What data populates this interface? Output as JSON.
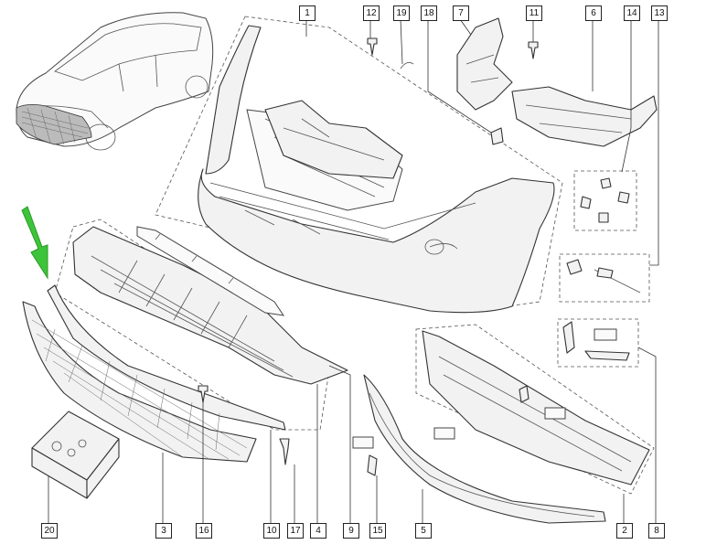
{
  "colors": {
    "arrow": "#3ec43a",
    "line": "#333333",
    "fill": "#f2f2f2"
  },
  "callouts": [
    {
      "id": "c1",
      "label": "1"
    },
    {
      "id": "c12",
      "label": "12"
    },
    {
      "id": "c19",
      "label": "19"
    },
    {
      "id": "c18",
      "label": "18"
    },
    {
      "id": "c7",
      "label": "7"
    },
    {
      "id": "c11",
      "label": "11"
    },
    {
      "id": "c6",
      "label": "6"
    },
    {
      "id": "c14",
      "label": "14"
    },
    {
      "id": "c13",
      "label": "13"
    },
    {
      "id": "c20",
      "label": "20"
    },
    {
      "id": "c3",
      "label": "3"
    },
    {
      "id": "c16",
      "label": "16"
    },
    {
      "id": "c10",
      "label": "10"
    },
    {
      "id": "c17",
      "label": "17"
    },
    {
      "id": "c4",
      "label": "4"
    },
    {
      "id": "c9",
      "label": "9"
    },
    {
      "id": "c15",
      "label": "15"
    },
    {
      "id": "c5",
      "label": "5"
    },
    {
      "id": "c2",
      "label": "2"
    },
    {
      "id": "c8",
      "label": "8"
    }
  ]
}
